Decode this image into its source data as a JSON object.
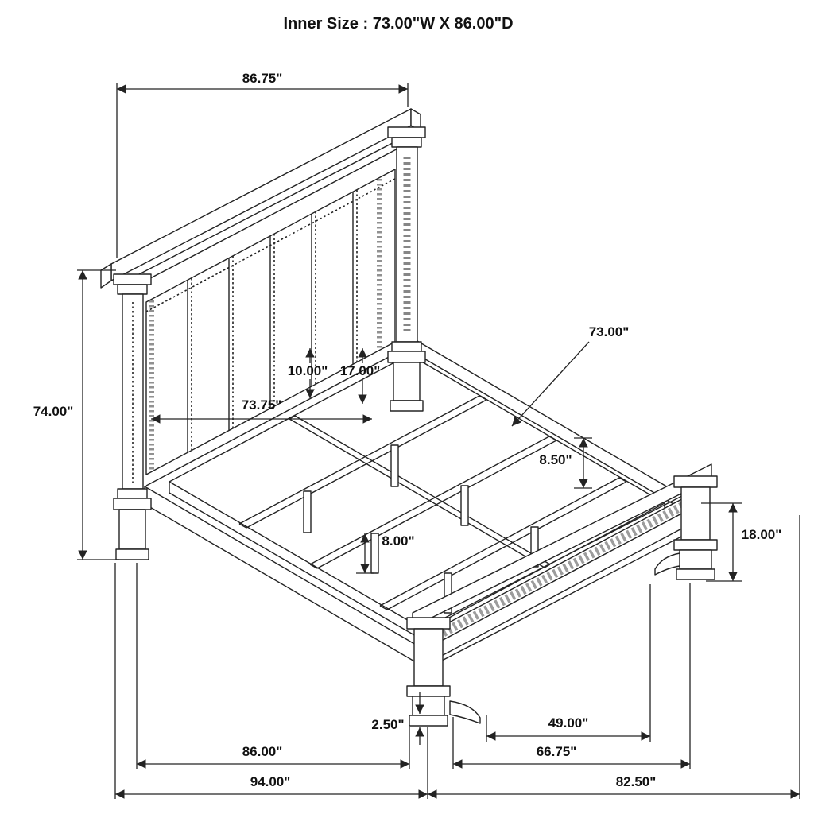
{
  "title": "Inner Size : 73.00\"W X 86.00\"D",
  "colors": {
    "ink": "#232323",
    "background": "#ffffff"
  },
  "dims": {
    "headboard_width": "86.75\"",
    "headboard_height": "74.00\"",
    "headboard_panel_width": "73.75\"",
    "rail_height_10": "10.00\"",
    "rail_height_17": "17.00\"",
    "inner_width": "73.00\"",
    "slat_rail_height": "8.50\"",
    "support_leg_height": "8.00\"",
    "footboard_height": "18.00\"",
    "foot_base_height": "2.50\"",
    "frame_length": "86.00\"",
    "footboard_inner_span": "49.00\"",
    "footboard_span": "66.75\"",
    "overall_depth": "94.00\"",
    "overall_width": "82.50\""
  }
}
